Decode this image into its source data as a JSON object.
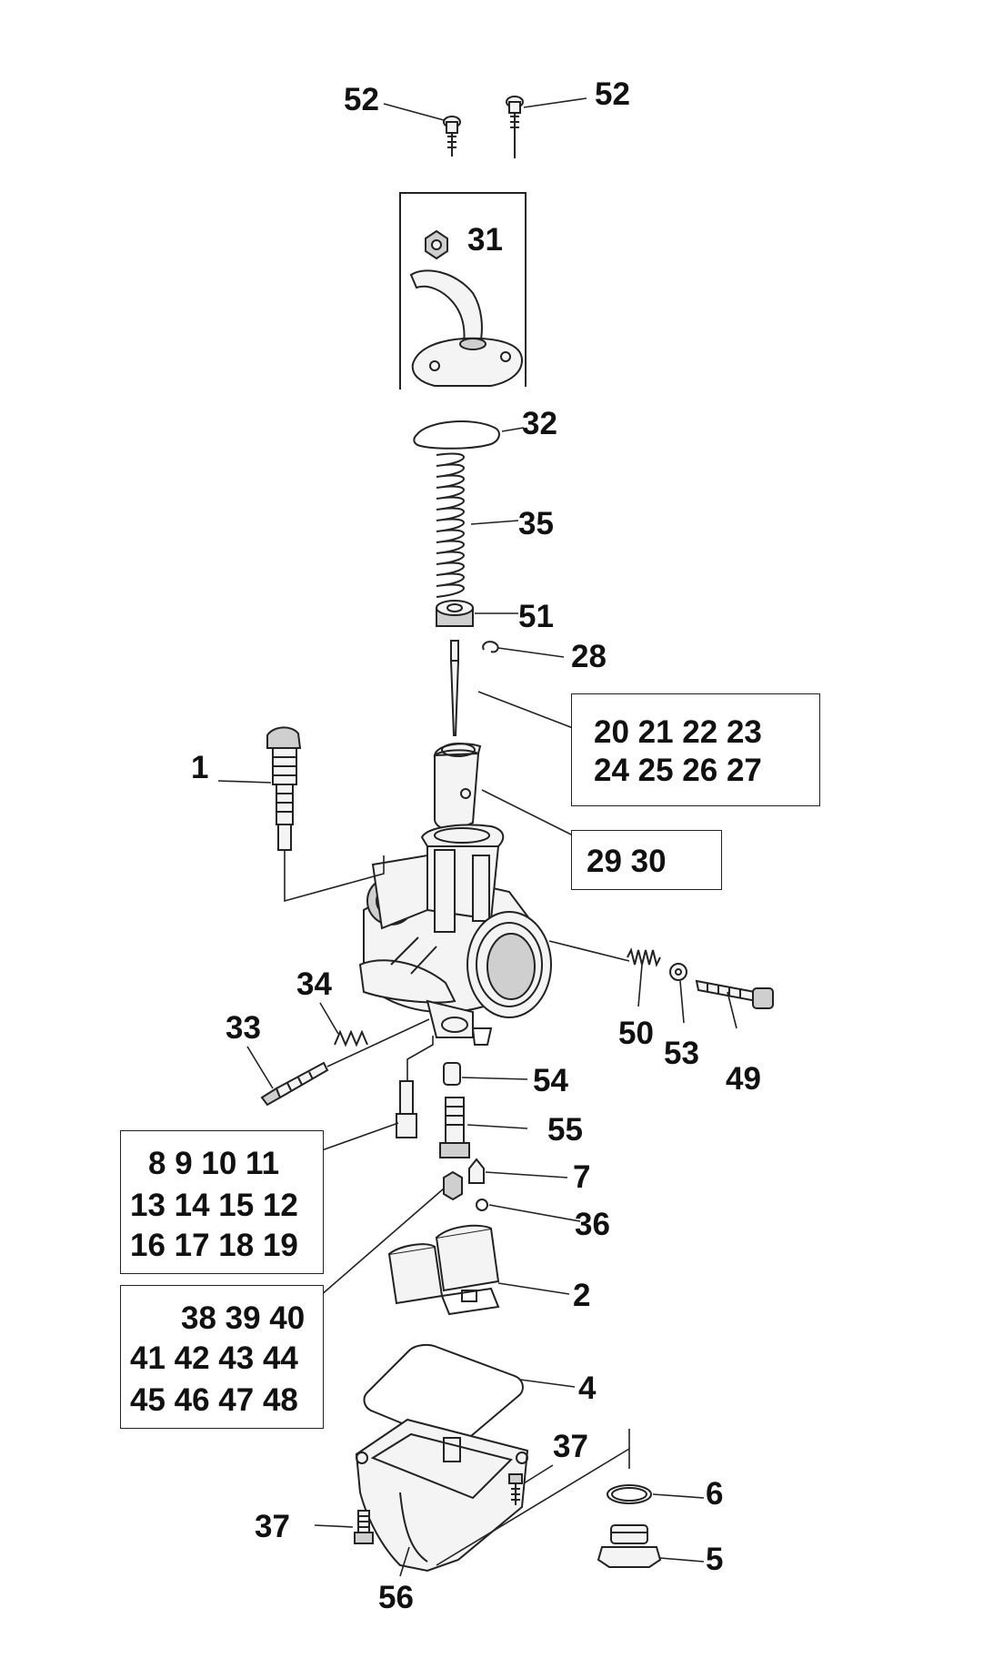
{
  "callouts": [
    {
      "id": "52a",
      "text": "52"
    },
    {
      "id": "52b",
      "text": "52"
    },
    {
      "id": "31",
      "text": "31"
    },
    {
      "id": "32",
      "text": "32"
    },
    {
      "id": "35",
      "text": "35"
    },
    {
      "id": "51",
      "text": "51"
    },
    {
      "id": "28",
      "text": "28"
    },
    {
      "id": "1",
      "text": "1"
    },
    {
      "id": "34",
      "text": "34"
    },
    {
      "id": "33",
      "text": "33"
    },
    {
      "id": "50",
      "text": "50"
    },
    {
      "id": "53",
      "text": "53"
    },
    {
      "id": "49",
      "text": "49"
    },
    {
      "id": "54",
      "text": "54"
    },
    {
      "id": "55",
      "text": "55"
    },
    {
      "id": "7",
      "text": "7"
    },
    {
      "id": "36",
      "text": "36"
    },
    {
      "id": "2",
      "text": "2"
    },
    {
      "id": "4",
      "text": "4"
    },
    {
      "id": "37a",
      "text": "37"
    },
    {
      "id": "37b",
      "text": "37"
    },
    {
      "id": "6",
      "text": "6"
    },
    {
      "id": "5",
      "text": "5"
    },
    {
      "id": "56",
      "text": "56"
    }
  ],
  "groups": [
    {
      "id": "needle-group",
      "lines": [
        "20  21  22  23",
        "24  25  26  27"
      ]
    },
    {
      "id": "slide-group",
      "lines": [
        "29  30"
      ]
    },
    {
      "id": "pilot-jet-group",
      "lines": [
        "8  9  10  11",
        "13  14  15  12",
        "16  17  18  19"
      ]
    },
    {
      "id": "main-jet-group",
      "lines": [
        "38  39  40",
        "41  42  43  44",
        "45  46  47  48"
      ]
    }
  ]
}
